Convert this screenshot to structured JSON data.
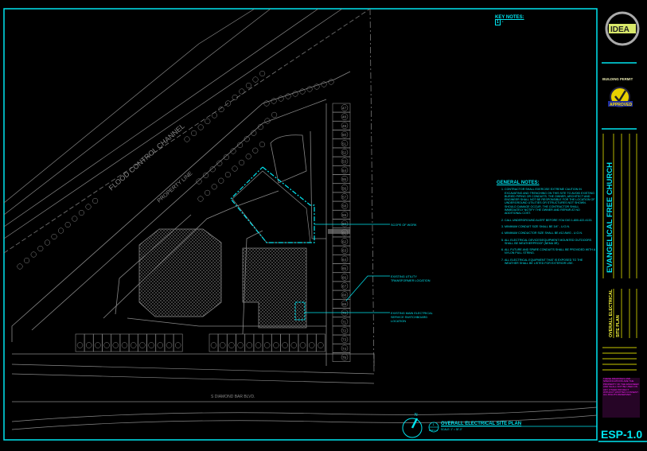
{
  "drawing": {
    "labels": {
      "flood_channel": "FLOOD CONTROL CHANNEL",
      "property_line": "PROPERTY LINE",
      "street": "S DIAMOND BAR BLVD.",
      "scope": "SCOPE OF WORK",
      "transformer": [
        "EXISTING UTILITY",
        "TRANSFORMER LOCATION"
      ],
      "switchboard": [
        "EXISTING MAIN ELECTRICAL",
        "SERVICE SWITCHBOARD",
        "LOCATION"
      ],
      "north": "N"
    },
    "stall_numbers_right": [
      "47",
      "48",
      "49",
      "50",
      "51",
      "52",
      "53",
      "54",
      "55",
      "56",
      "57",
      "58",
      "59",
      "60",
      "61",
      "62",
      "63",
      "64",
      "65",
      "66",
      "67",
      "68",
      "69",
      "70",
      "71",
      "72",
      "73",
      "74",
      "75"
    ]
  },
  "key_notes": {
    "title": "KEY NOTES:",
    "items": [
      {
        "num": "1",
        "text": "-"
      }
    ]
  },
  "general_notes": {
    "title": "GENERAL NOTES:",
    "items": [
      "CONTRACTOR SHALL EXERCISE EXTREME CAUTION IN EXCAVATING AND TRENCHING ON THIS SITE TO AVOID EXISTING BURIED PIPING OR CONDUITS. THE OWNER, ARCHITECT AND ENGINEER SHALL NOT BE RESPONSIBLE FOR THE LOCATION OF UNDERGROUND UTILITIES OR STRUCTURES NOT SHOWN. SHOULD DAMAGE OCCUR, THE CONTRACTOR SHALL IMMEDIATELY NOTIFY THE OWNER AND REPAIR AT NO ADDITIONAL COST.",
      "CALL UNDERGROUND ALERT BEFORE YOU DIG 1-800-422-4133.",
      "MINIMUM CONDUIT SIZE SHALL BE 3/4\" - U.O.N.",
      "MINIMUM CONDUCTOR SIZE SHALL BE #12 AWG - U.O.N.",
      "ALL ELECTRICAL DEVICES/EQUIPMENT MOUNTED OUTDOORS SHALL BE WEATHERPROOF (NEMA 3R).",
      "ALL FUTURE AND SPARE CONDUITS SHALL BE PROVIDED WITH A NYLON PULL STRING.",
      "ALL ELECTRICAL EQUIPMENT THAT IS EXPOSED TO THE WEATHER SHALL BE LISTED FOR EXTERIOR USE."
    ]
  },
  "plan_title": {
    "title": "OVERALL ELECTRICAL SITE PLAN",
    "scale": "SCALE: 1\" = 30'-0\"",
    "detail_num": "1",
    "detail_sheet": "ESP-1.0"
  },
  "title_block": {
    "logo": "IDEA",
    "permit": "BUILDING PERMIT",
    "stamp": "APPROVED",
    "project": "EVANGELICAL FREE CHURCH",
    "sheet_title": [
      "OVERALL ELECTRICAL",
      "SITE PLAN"
    ],
    "sheet_number": "ESP-1.0",
    "disclaimer": "THESE DRAWINGS AND SPECIFICATIONS ARE THE PROPERTY OF THE ENGINEER AND SHALL NOT BE USED ON ANY OTHER PROJECT WITHOUT WRITTEN CONSENT. ALL RIGHTS RESERVED."
  },
  "colors": {
    "cyan": "#00e5f0",
    "gray": "#8a8a8a",
    "yellow": "#c8c800",
    "magenta": "#ff20ff"
  }
}
